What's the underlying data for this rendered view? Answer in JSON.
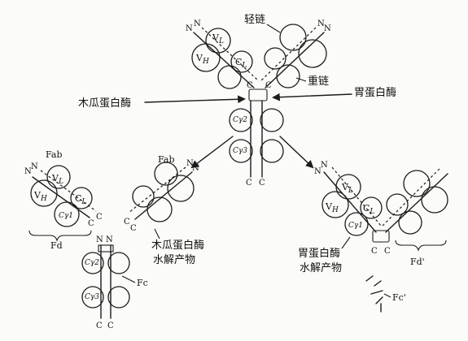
{
  "figure": {
    "labels": {
      "light_chain": "轻链",
      "heavy_chain": "重链",
      "papain": "木瓜蛋白酶",
      "pepsin": "胃蛋白酶",
      "papain_product_line1": "木瓜蛋白酶",
      "papain_product_line2": "水解产物",
      "pepsin_product_line1": "胃蛋白酶",
      "pepsin_product_line2": "水解产物",
      "fab_left": "Fab",
      "fab_right": "Fab",
      "fd": "Fd",
      "fd_prime": "Fd'",
      "fc": "Fc",
      "fc_prime": "Fc'"
    },
    "domains": {
      "vl": "V",
      "vl_sub": "L",
      "vh": "V",
      "vh_sub": "H",
      "cl": "C",
      "cl_sub": "L",
      "ch1": "Cγ1",
      "ch2": "Cγ2",
      "ch3": "Cγ3"
    },
    "termini": {
      "n": "N",
      "c": "C"
    }
  }
}
